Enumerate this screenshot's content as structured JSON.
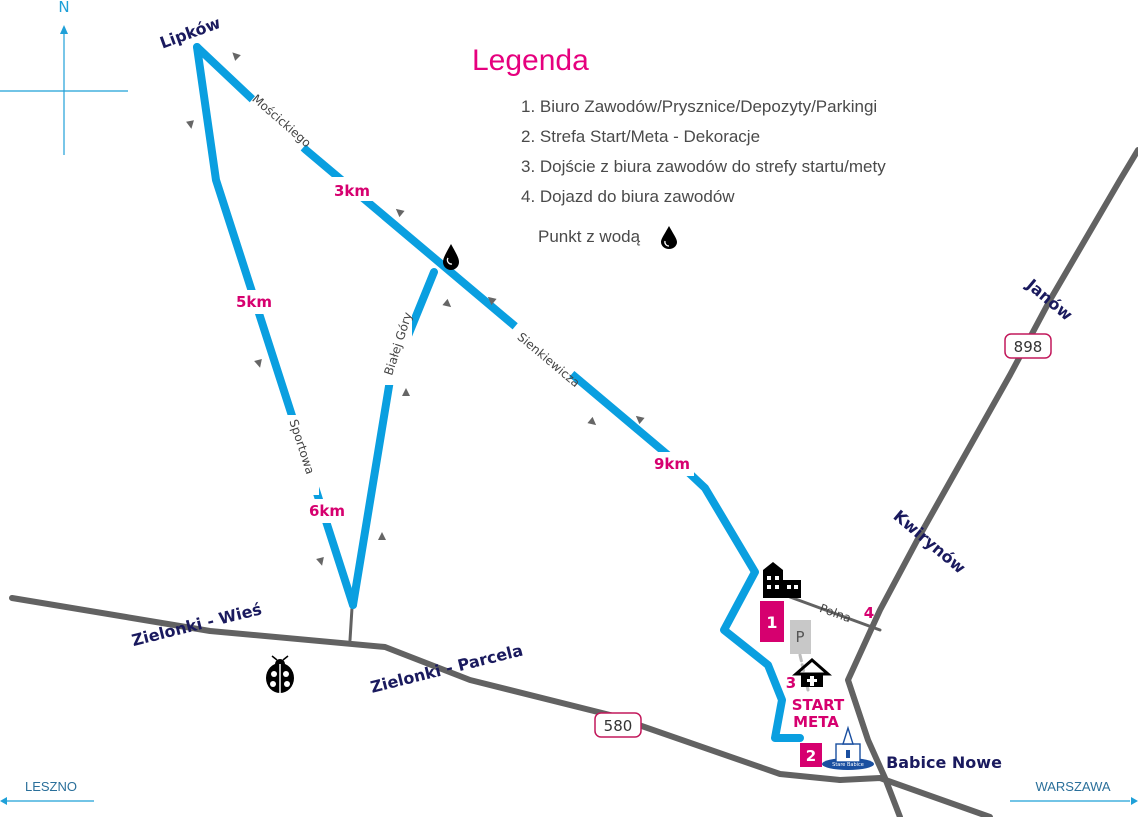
{
  "compass": {
    "north_label": "N"
  },
  "legend": {
    "title": "Legenda",
    "items": [
      "1. Biuro Zawodów/Prysznice/Depozyty/Parkingi",
      "2. Strefa Start/Meta - Dekoracje",
      "3. Dojście z biura zawodów do strefy startu/mety",
      "4. Dojazd do biura zawodów"
    ],
    "water_point": "Punkt z wodą"
  },
  "places": {
    "lipkow": "Lipków",
    "janow": "Janów",
    "kwirynow": "Kwirynów",
    "zielonki_wies": "Zielonki - Wieś",
    "zielonki_parcela": "Zielonki - Parcela",
    "babice_nowe": "Babice Nowe"
  },
  "streets": {
    "moscickiego": "Mościckiego",
    "sienkiewicza": "Sienkiewicza",
    "bialej_gory": "Białej Góry",
    "sportowa": "Sportowa",
    "polna": "Polna"
  },
  "km_markers": [
    "3km",
    "5km",
    "6km",
    "9km"
  ],
  "roads": {
    "r898": "898",
    "r580": "580"
  },
  "markers": {
    "m1": "1",
    "m2": "2",
    "m3": "3",
    "m4": "4",
    "parking": "P",
    "start": "START",
    "meta": "META",
    "church_caption": "Stare Babice"
  },
  "directions": {
    "left": "LESZNO",
    "right": "WARSZAWA"
  },
  "colors": {
    "route": "#0a9fe0",
    "road": "#626262",
    "accent": "#e6007e",
    "town": "#1a1a5e"
  }
}
